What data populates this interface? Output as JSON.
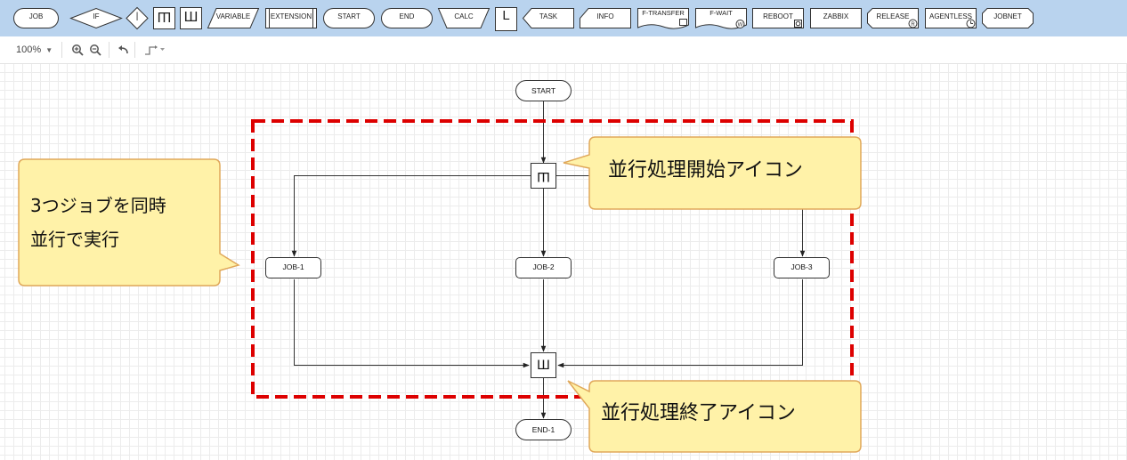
{
  "palette": [
    {
      "key": "job",
      "label": "JOB"
    },
    {
      "key": "if",
      "label": "IF"
    },
    {
      "key": "loop",
      "label": "|"
    },
    {
      "key": "par_start",
      "label": "Ш"
    },
    {
      "key": "par_end",
      "label": "Ш"
    },
    {
      "key": "variable",
      "label": "VARIABLE"
    },
    {
      "key": "extension",
      "label": "EXTENSION"
    },
    {
      "key": "start",
      "label": "START"
    },
    {
      "key": "end",
      "label": "END"
    },
    {
      "key": "calc",
      "label": "CALC"
    },
    {
      "key": "last",
      "label": "L"
    },
    {
      "key": "task",
      "label": "TASK"
    },
    {
      "key": "info",
      "label": "INFO"
    },
    {
      "key": "ftransfer",
      "label": "F-TRANSFER"
    },
    {
      "key": "fwait",
      "label": "F-WAIT"
    },
    {
      "key": "reboot",
      "label": "REBOOT"
    },
    {
      "key": "zabbix",
      "label": "ZABBIX"
    },
    {
      "key": "release",
      "label": "RELEASE"
    },
    {
      "key": "agentless",
      "label": "AGENTLESS"
    },
    {
      "key": "jobnet",
      "label": "JOBNET"
    }
  ],
  "toolbar": {
    "zoom": "100%"
  },
  "flow": {
    "start": "START",
    "par_start": "Ш",
    "job1": "JOB-1",
    "job2": "JOB-2",
    "job3": "JOB-3",
    "par_end": "Ш",
    "end": "END-1"
  },
  "callouts": {
    "left_line1": "3つジョブを同時",
    "left_line2": "並行で実行",
    "par_start": "並行処理開始アイコン",
    "par_end": "並行処理終了アイコン"
  },
  "colors": {
    "palette_bg": "#b9d3ee",
    "callout_fill": "#fff2a8",
    "callout_border": "#e0a85a",
    "highlight_dash": "#dd0000"
  }
}
